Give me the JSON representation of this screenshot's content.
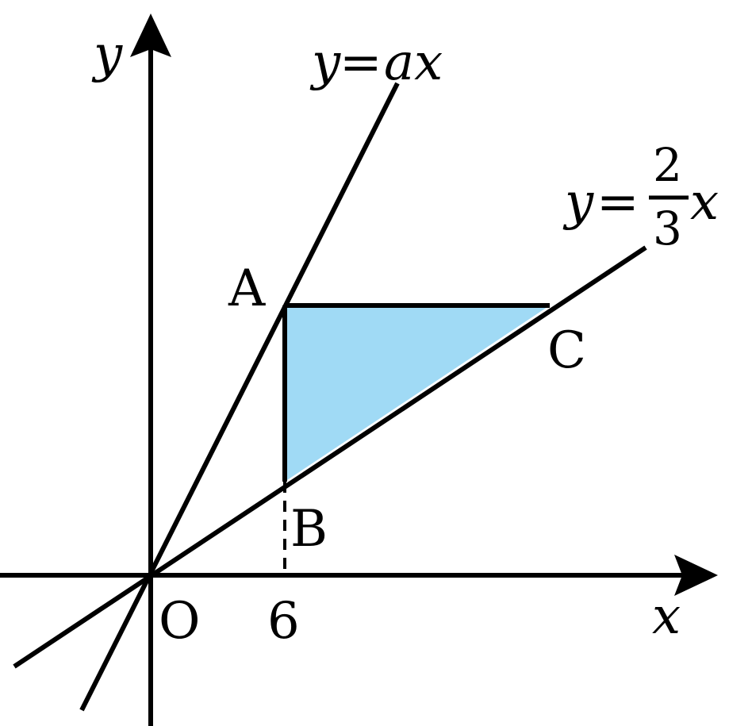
{
  "axes": {
    "x_label": "x",
    "y_label": "y",
    "origin_label": "O",
    "tick_label": "6"
  },
  "lines": {
    "steep": {
      "label_y": "y",
      "label_eq": "=",
      "label_rhs": "ax"
    },
    "shallow": {
      "label_y": "y",
      "label_eq": "=",
      "frac_num": "2",
      "frac_den": "3",
      "label_var": "x"
    }
  },
  "points": {
    "A": "A",
    "B": "B",
    "C": "C"
  },
  "colors": {
    "stroke": "#000000",
    "fill": "#a0daf5"
  }
}
